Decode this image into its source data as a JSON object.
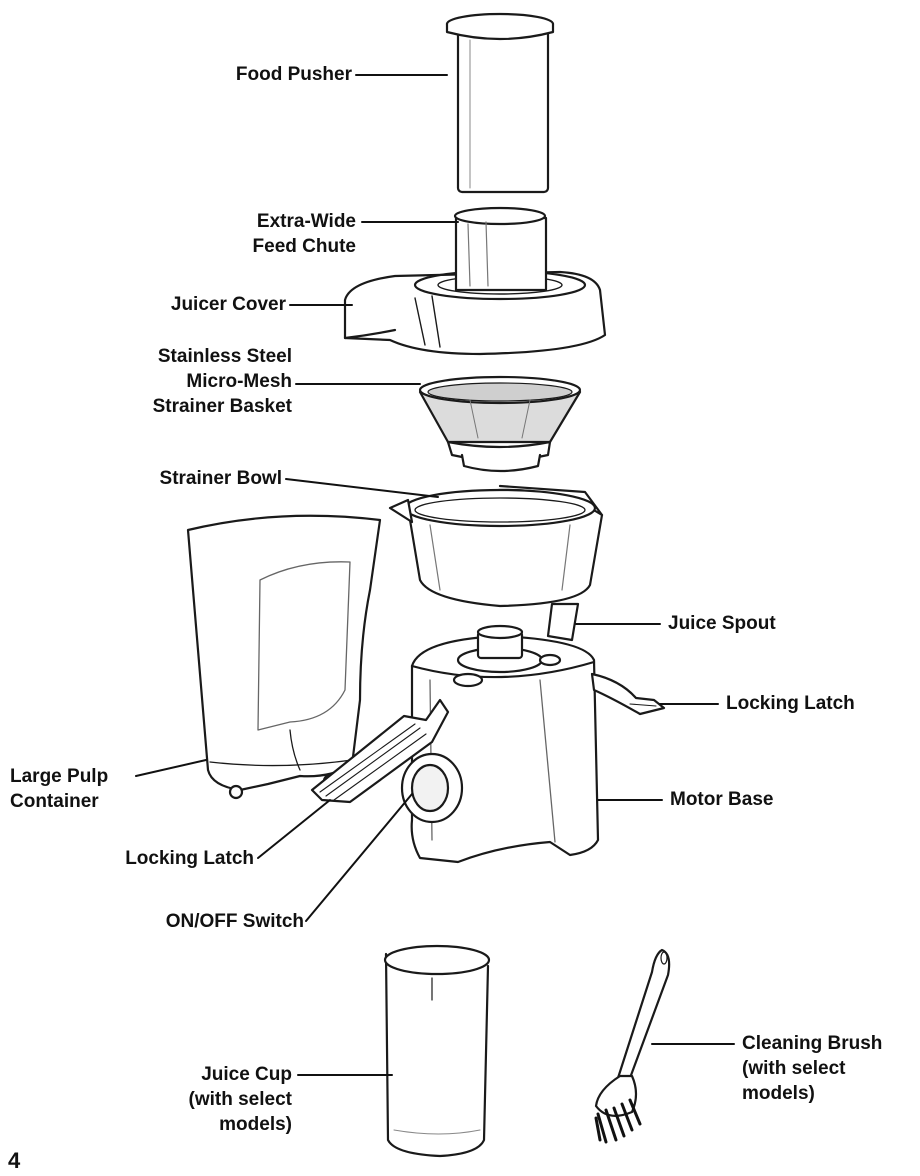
{
  "labels": {
    "food_pusher": "Food Pusher",
    "feed_chute": "Extra-Wide\nFeed Chute",
    "juicer_cover": "Juicer Cover",
    "strainer_basket": "Stainless Steel\nMicro-Mesh\nStrainer Basket",
    "strainer_bowl": "Strainer Bowl",
    "juice_spout": "Juice Spout",
    "locking_latch_right": "Locking Latch",
    "large_pulp_container": "Large Pulp\nContainer",
    "motor_base": "Motor Base",
    "locking_latch_left": "Locking Latch",
    "on_off_switch": "ON/OFF Switch",
    "juice_cup": "Juice Cup\n(with select\nmodels)",
    "cleaning_brush": "Cleaning Brush\n(with select\nmodels)"
  },
  "page_number": "4"
}
